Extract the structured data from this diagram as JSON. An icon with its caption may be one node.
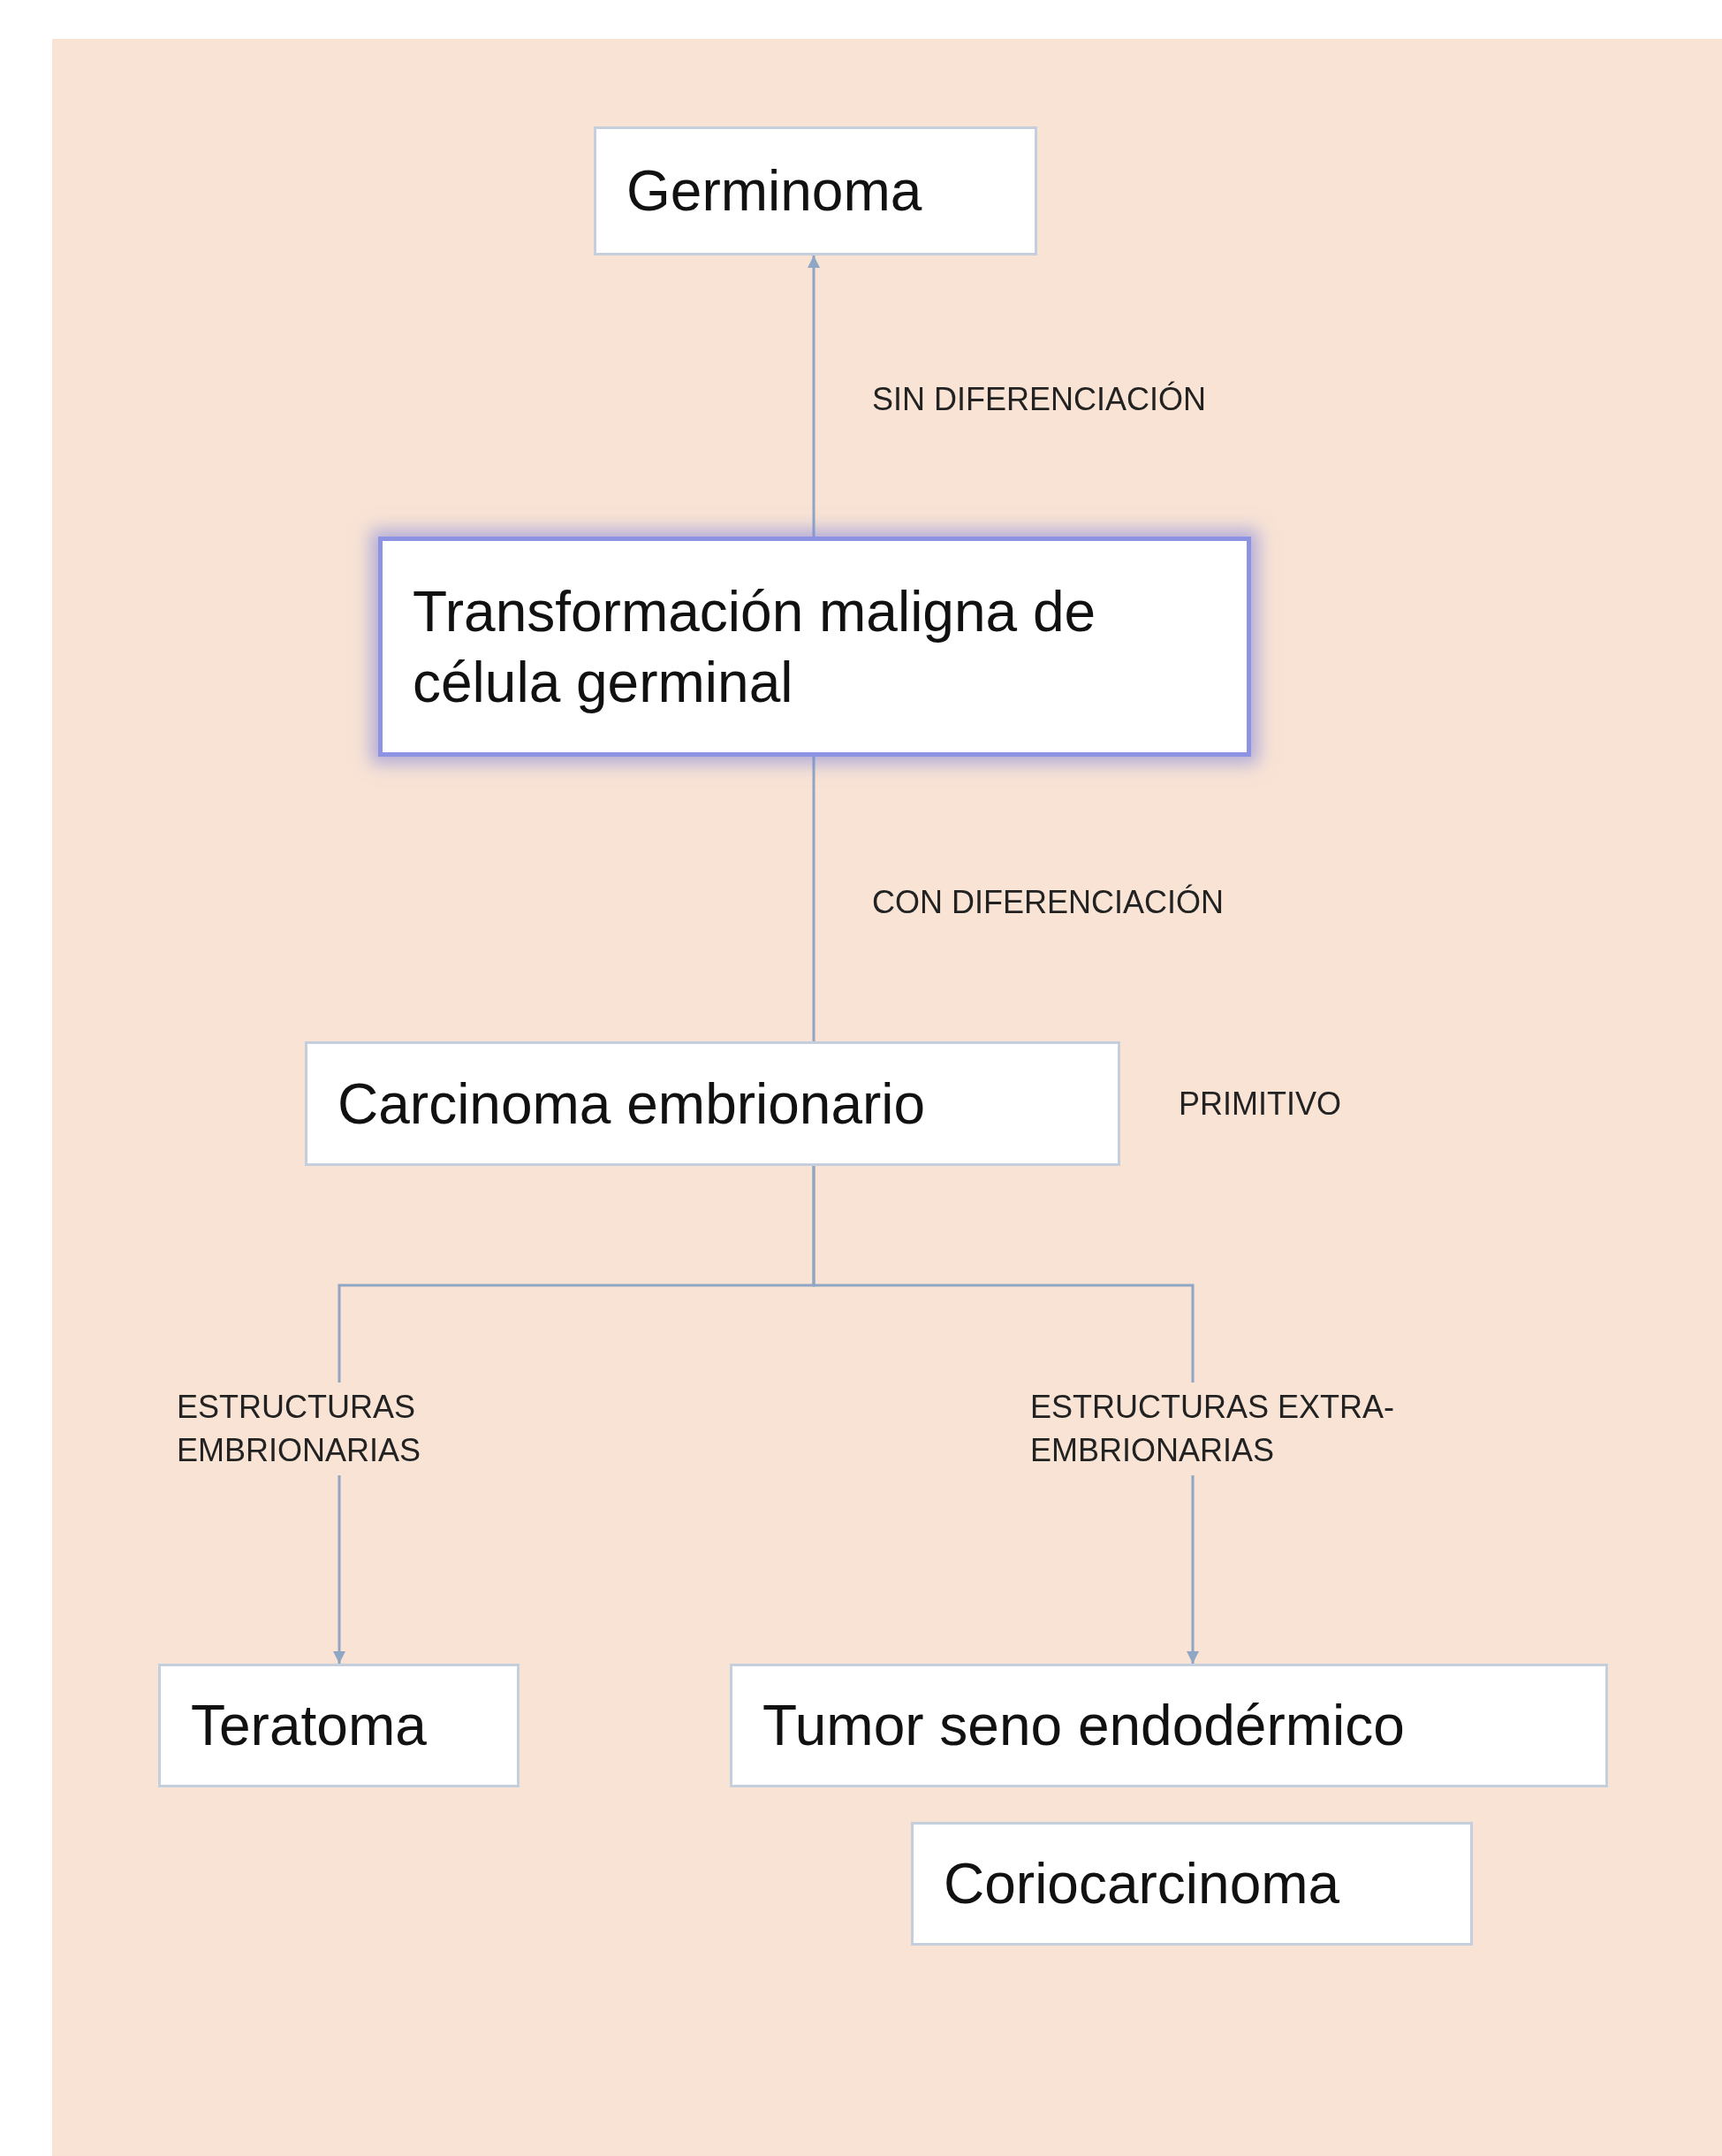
{
  "diagram": {
    "nodes": [
      {
        "text": [
          "Germinoma"
        ]
      },
      {
        "text": [
          "Transformación maligna de célula germinal"
        ]
      },
      {
        "text": [
          "Carcinoma embrionario"
        ],
        "beside": [
          "PRIMITIVO"
        ]
      },
      {
        "text": [
          "Teratoma"
        ]
      },
      {
        "text": [
          "Tumor seno endodérmico"
        ]
      },
      {
        "text": [
          "Coriocarcinoma"
        ]
      }
    ],
    "edges": [
      {
        "from": 1,
        "to": 0,
        "arrow": "to",
        "label": "SIN DIFERENCIACIÓN"
      },
      {
        "from": 1,
        "to": 2,
        "arrow": "none",
        "label": "CON DIFERENCIACIÓN"
      },
      {
        "from": 2,
        "to": 3,
        "arrow": "to",
        "label": "ESTRUCTURAS EMBRIONARIAS"
      },
      {
        "from": 2,
        "to": 4,
        "arrow": "to",
        "label": "ESTRUCTURAS EXTRA-EMBRIONARIAS"
      }
    ]
  }
}
